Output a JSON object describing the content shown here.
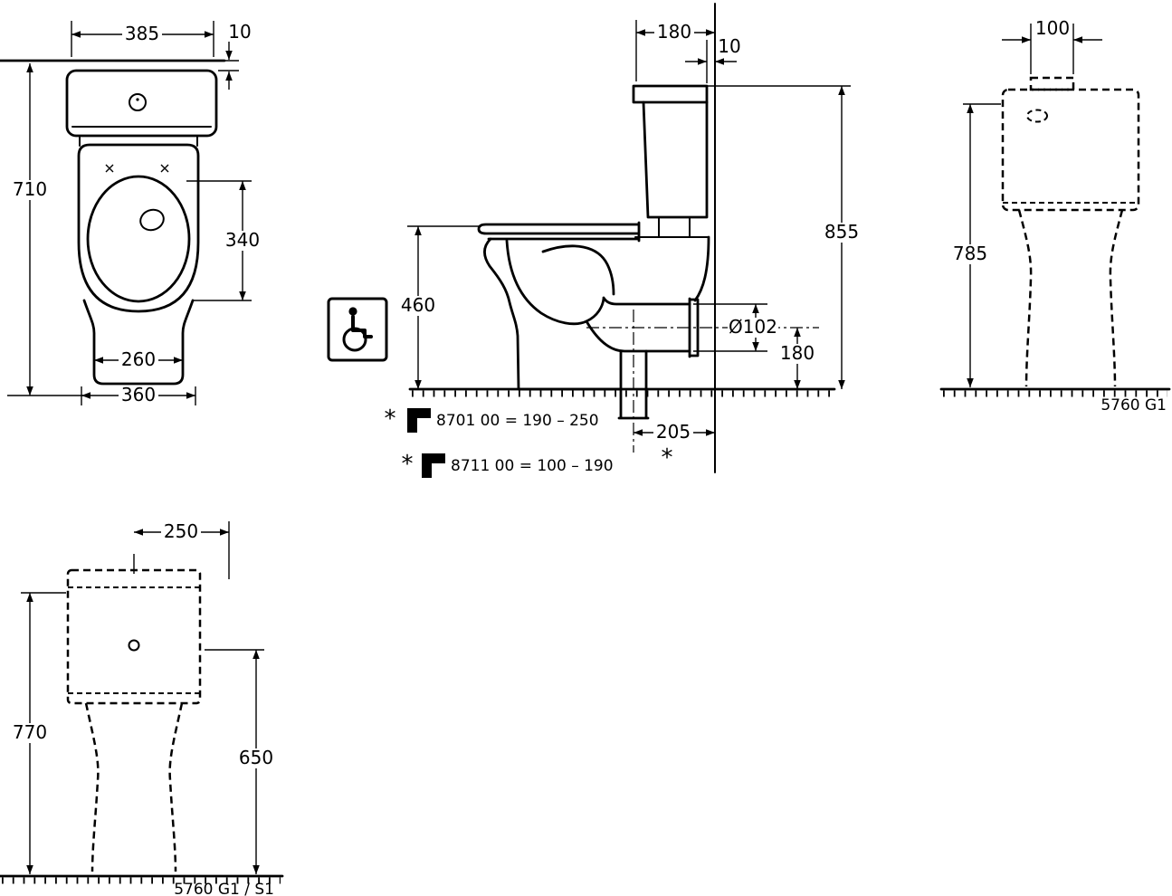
{
  "title": "WC close-coupled toilet dimensional drawing",
  "views": {
    "plan": {
      "dims": {
        "width": "385",
        "wall_gap": "10",
        "depth": "710",
        "seat_length": "340",
        "foot_width": "260",
        "base_width": "360"
      }
    },
    "side": {
      "dims": {
        "cistern_depth": "180",
        "wall_gap": "10",
        "total_height": "855",
        "rim_height": "460",
        "outlet_diameter": "Ø102",
        "outlet_center_height": "180",
        "outlet_offset": "205"
      },
      "outlet_note_star": "*",
      "notes": [
        {
          "star": "*",
          "text": "8701 00 = 190 – 250"
        },
        {
          "star": "*",
          "text": "8711 00 = 100 – 190"
        }
      ]
    },
    "rear": {
      "dims": {
        "inlet_width": "100",
        "height": "785"
      },
      "model_code": "5760 G1"
    },
    "front": {
      "dims": {
        "center_to_side": "250",
        "height_left": "770",
        "height_right": "650"
      },
      "model_code": "5760 G1 / S1"
    }
  },
  "icons": {
    "accessibility": "wheelchair-icon",
    "outlet_bend": "outlet-bend-icon"
  },
  "colors": {
    "line": "#000000",
    "background": "#ffffff"
  }
}
